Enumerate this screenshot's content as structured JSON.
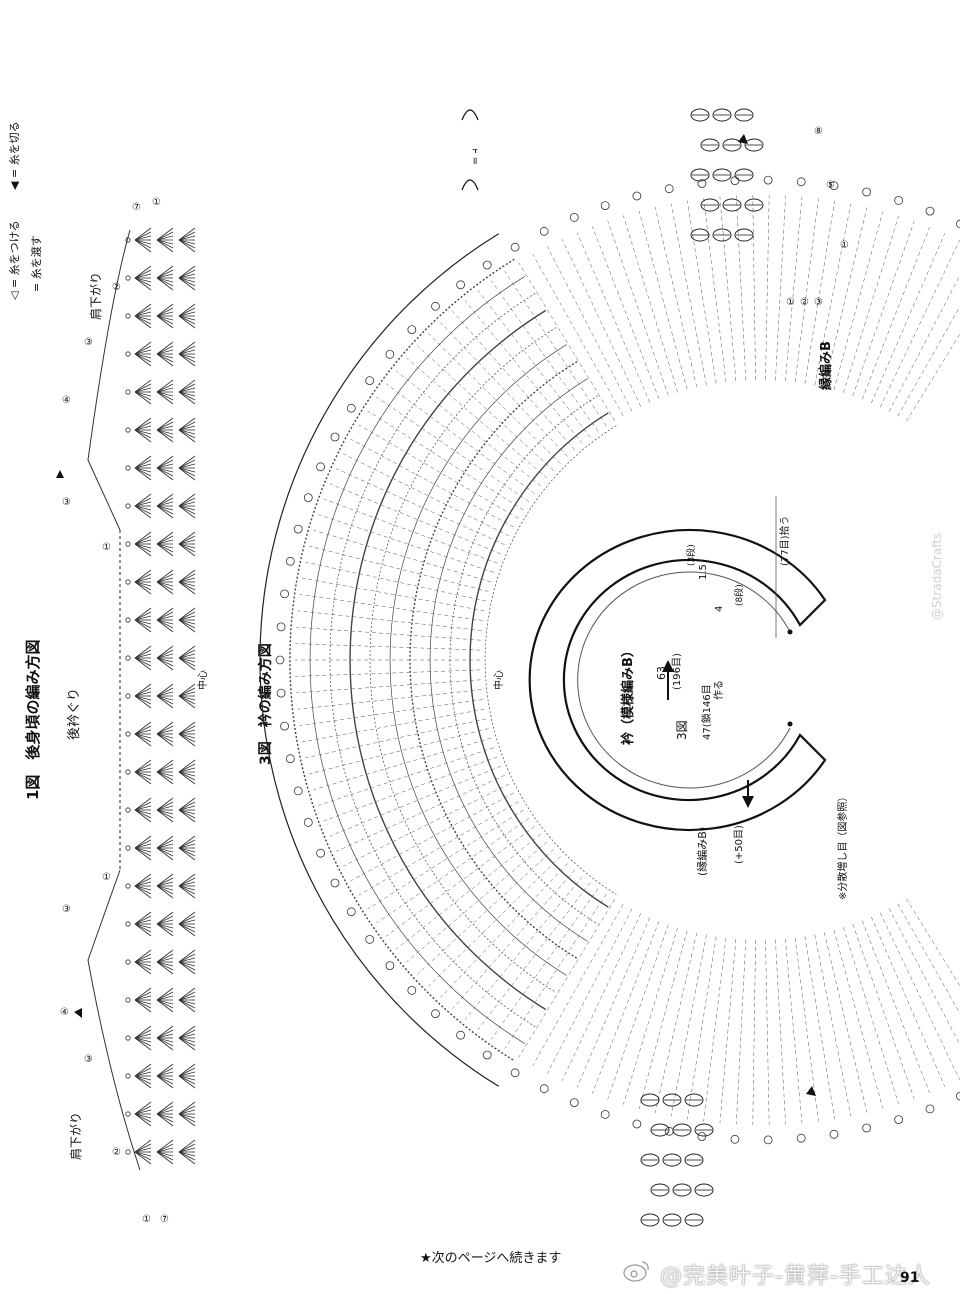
{
  "legend": {
    "join_yarn": "◁ = 糸をつける",
    "cut_yarn": "◀ = 糸を切る",
    "carry_yarn": "= 糸を渡す"
  },
  "fig1": {
    "title": "1図　後身頃の編み方図",
    "sub_label": "後衿ぐり",
    "left_shoulder": "肩下がり",
    "right_shoulder": "肩下がり",
    "center": "中心",
    "row_marks_top": [
      "⑦",
      "①",
      "②",
      "③",
      "④",
      "③",
      "①"
    ],
    "row_marks_bottom": [
      "⑦",
      "①",
      "②",
      "③",
      "④",
      "③",
      "①"
    ]
  },
  "fig3": {
    "title": "3図　衿の編み方図",
    "center": "中心",
    "edging_label": "縁編みB",
    "edging_rows": [
      "①",
      "②",
      "③"
    ],
    "edging_row_marks": [
      "⑧",
      "⑤",
      "①"
    ],
    "symbol_note": "= ⫞"
  },
  "schematic": {
    "title": "衿（模様編みB）",
    "fig_ref": "3図",
    "rows_top": "1.5",
    "rows_top_unit": "(3段)",
    "rows_mid": "4",
    "rows_mid_unit": "(8段)",
    "st63": "63",
    "st196": "(196目)",
    "st47": "47(鎖146目",
    "make": "作る",
    "pickup": "(77目)拾う",
    "edging": "(縁編みB)",
    "plus50": "(+50目)",
    "increase_note": "※分散増し目（図参照）"
  },
  "footer": {
    "continues": "★次のページへ続きます",
    "page_number": "91",
    "watermark": "@完美叶子-黄萍-手工达人",
    "side_watermark": "@StradaCrafts"
  }
}
